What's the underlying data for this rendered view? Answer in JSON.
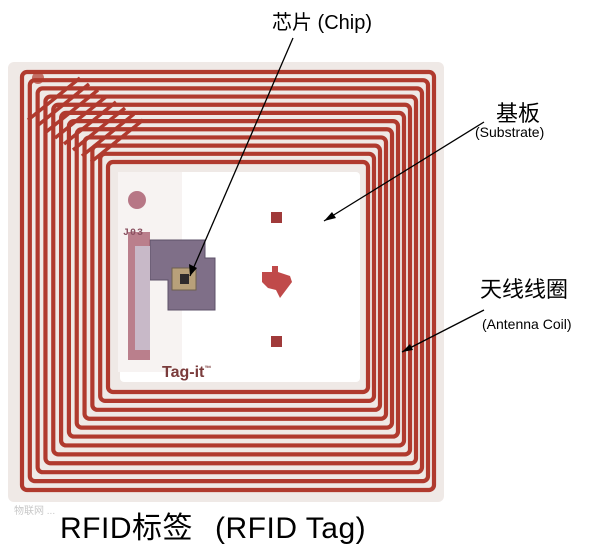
{
  "labels": {
    "chip": "芯片 (Chip)",
    "substrate_zh": "基板",
    "substrate_en": "(Substrate)",
    "antenna_zh": "天线线圈",
    "antenna_en": "(Antenna Coil)",
    "caption_zh": "RFID标签",
    "caption_en": "(RFID Tag)"
  },
  "tag": {
    "brand": "Tag-it",
    "trademark": "™",
    "chip_code": "J03"
  },
  "watermark": "物联网 ...",
  "colors": {
    "coil": "#b03a2e",
    "coil_gap": "#f1ebe8",
    "substrate": "#ffffff",
    "background": "#efe9e6",
    "chip_frame": "#7f6f88",
    "chip": "#b8a07a"
  },
  "icons": {
    "logo": "ti-logo-icon",
    "mark": "square-mark-icon"
  }
}
